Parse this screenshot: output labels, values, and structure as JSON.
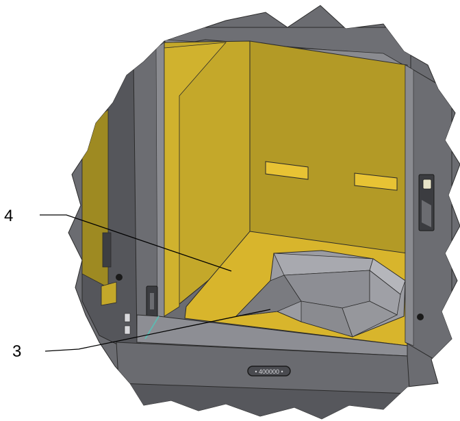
{
  "figure": {
    "callouts": [
      {
        "number": "4"
      },
      {
        "number": "3"
      }
    ],
    "plate_text": "• 400000 •",
    "colors": {
      "yellow_wall": "#b39a26",
      "yellow_panel": "#c4a82a",
      "yellow_floor": "#d8b52c",
      "metal_dark": "#5b5c61",
      "metal_mid": "#7f8085",
      "metal_light": "#a6a7ad",
      "line": "#1a1a1a"
    }
  }
}
